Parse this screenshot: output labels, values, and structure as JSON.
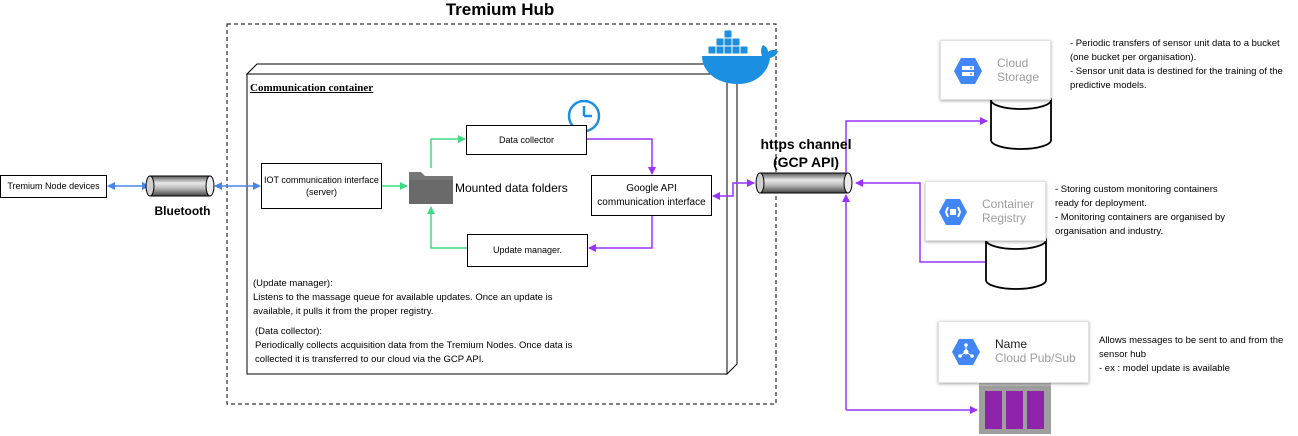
{
  "hub": {
    "title": "Tremium Hub"
  },
  "container": {
    "title": "Communication container"
  },
  "nodes": {
    "tremium_devices": "Tremium Node devices",
    "bluetooth_label": "Bluetooth",
    "iot_interface": "IOT communication interface (server)",
    "mounted_folders": "Mounted data folders",
    "data_collector": "Data collector",
    "update_manager": "Update manager.",
    "google_api": "Google API communication interface",
    "https_channel": "https channel\n(GCP API)"
  },
  "notes": {
    "update_manager": "(Update manager):\n Listens to the massage queue for available updates. Once an update is\navailable, it pulls it from the proper registry.",
    "data_collector": "(Data collector):\n Periodically collects acquisition data from the Tremium Nodes. Once data is\ncollected it is transferred to our cloud via the GCP API."
  },
  "gcp": {
    "cloud_storage": {
      "line1": "Cloud",
      "line2": "Storage",
      "icon": "cloud-storage-icon",
      "note": "- Periodic transfers of sensor unit data to a bucket\n(one bucket per organisation).\n- Sensor unit data is destined for the training of the\npredictive models."
    },
    "container_registry": {
      "line1": "Container",
      "line2": "Registry",
      "icon": "container-registry-icon",
      "note": "- Storing custom monitoring containers\nready for deployment.\n- Monitoring containers are organised by\norganisation and industry."
    },
    "pubsub": {
      "line1": "Name",
      "line2": "Cloud Pub/Sub",
      "icon": "pubsub-icon",
      "note": "Allows messages to be sent to and from the\nsensor hub\n- ex : model update is available"
    }
  },
  "colors": {
    "blue_link": "#4a86e8",
    "green_link": "#3ddc84",
    "purple_link": "#9933ff",
    "gcp_blue": "#4285f4",
    "docker_blue": "#1d8fe1",
    "queue_purple": "#8e24aa"
  }
}
